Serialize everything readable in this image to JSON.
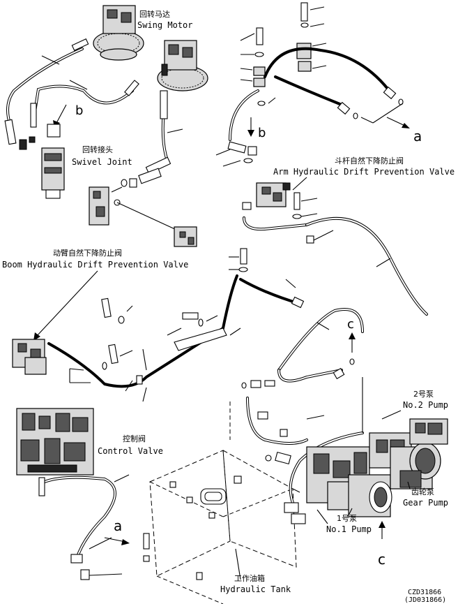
{
  "labels": {
    "swing_motor_cn": "回转马达",
    "swing_motor_en": "Swing Motor",
    "swivel_joint_cn": "回转接头",
    "swivel_joint_en": "Swivel Joint",
    "arm_valve_cn": "斗杆自然下降防止阀",
    "arm_valve_en": "Arm Hydraulic Drift Prevention Valve",
    "boom_valve_cn": "动臂自然下降防止阀",
    "boom_valve_en": "Boom Hydraulic Drift Prevention Valve",
    "control_valve_cn": "控制阀",
    "control_valve_en": "Control Valve",
    "pump2_cn": "2号泵",
    "pump2_en": "No.2 Pump",
    "gear_pump_cn": "齿轮泵",
    "gear_pump_en": "Gear Pump",
    "pump1_cn": "1号泵",
    "pump1_en": "No.1 Pump",
    "tank_cn": "工作油箱",
    "tank_en": "Hydraulic Tank"
  },
  "callouts": {
    "a_top": "a",
    "a_bottom": "a",
    "b_left": "b",
    "b_right": "b",
    "c_top": "c",
    "c_bottom": "c"
  },
  "drawing_ids": {
    "code1": "CZD31866",
    "code2": "(JD031866)"
  }
}
